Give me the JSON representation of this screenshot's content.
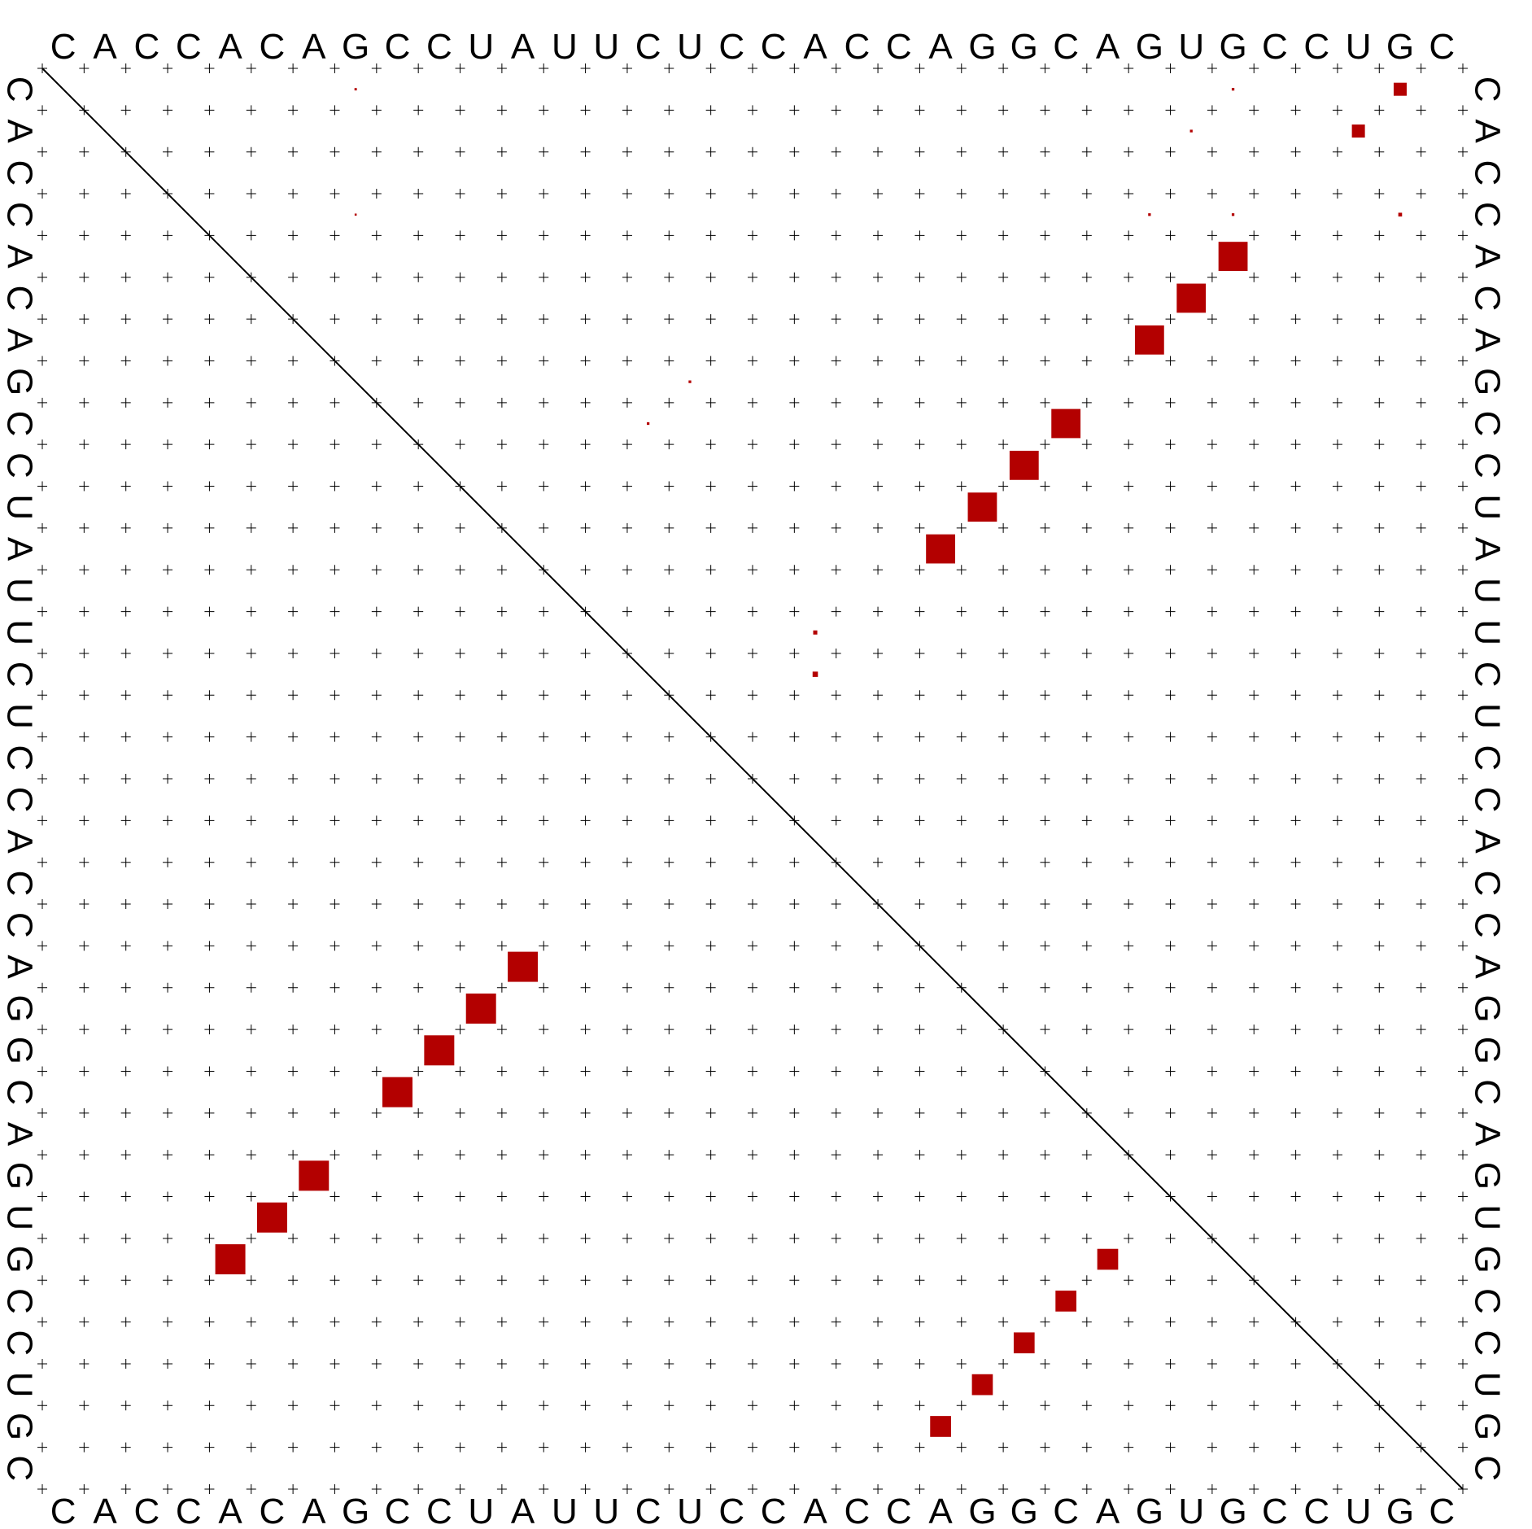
{
  "sequence": "CACCACAGCCUAUUCUCCACCAGGCAGUGCCUGC",
  "colors": {
    "background": "#ffffff",
    "text": "#000000",
    "grid": "#000000",
    "dot": "#b30000"
  },
  "chart_data": {
    "type": "heatmap",
    "description_kind": "rna-dot-plot",
    "length": 34,
    "upper_triangle_pairs": [
      {
        "i": 1,
        "j": 33,
        "p": 0.12
      },
      {
        "i": 2,
        "j": 32,
        "p": 0.12
      },
      {
        "i": 4,
        "j": 33,
        "p": 0.01
      },
      {
        "i": 1,
        "j": 29,
        "p": 0.005
      },
      {
        "i": 2,
        "j": 28,
        "p": 0.005
      },
      {
        "i": 4,
        "j": 27,
        "p": 0.005
      },
      {
        "i": 4,
        "j": 29,
        "p": 0.005
      },
      {
        "i": 5,
        "j": 29,
        "p": 0.6
      },
      {
        "i": 6,
        "j": 28,
        "p": 0.6
      },
      {
        "i": 7,
        "j": 27,
        "p": 0.6
      },
      {
        "i": 9,
        "j": 25,
        "p": 0.6
      },
      {
        "i": 10,
        "j": 24,
        "p": 0.6
      },
      {
        "i": 11,
        "j": 23,
        "p": 0.6
      },
      {
        "i": 12,
        "j": 22,
        "p": 0.6
      },
      {
        "i": 8,
        "j": 16,
        "p": 0.005
      },
      {
        "i": 9,
        "j": 15,
        "p": 0.005
      },
      {
        "i": 14,
        "j": 19,
        "p": 0.012
      },
      {
        "i": 15,
        "j": 19,
        "p": 0.02
      },
      {
        "i": 1,
        "j": 8,
        "p": 0.004
      },
      {
        "i": 4,
        "j": 8,
        "p": 0.003
      }
    ],
    "lower_triangle_mfe_pairs": [
      {
        "i": 5,
        "j": 29,
        "size": "large"
      },
      {
        "i": 6,
        "j": 28,
        "size": "large"
      },
      {
        "i": 7,
        "j": 27,
        "size": "large"
      },
      {
        "i": 9,
        "j": 25,
        "size": "large"
      },
      {
        "i": 10,
        "j": 24,
        "size": "large"
      },
      {
        "i": 11,
        "j": 23,
        "size": "large"
      },
      {
        "i": 12,
        "j": 22,
        "size": "large"
      },
      {
        "i": 22,
        "j": 33,
        "size": "small"
      },
      {
        "i": 23,
        "j": 32,
        "size": "small"
      },
      {
        "i": 24,
        "j": 31,
        "size": "small"
      },
      {
        "i": 25,
        "j": 30,
        "size": "small"
      },
      {
        "i": 26,
        "j": 29,
        "size": "small"
      }
    ]
  }
}
